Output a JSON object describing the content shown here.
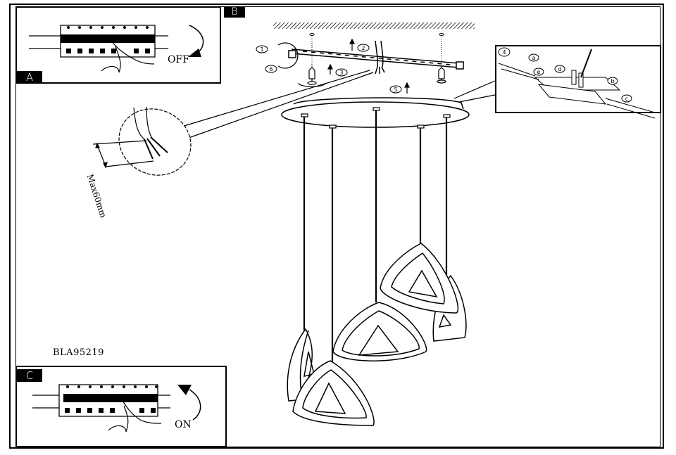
{
  "document": {
    "model_number": "BLA95219",
    "panels": {
      "a": {
        "tag": "A",
        "switch_label": "OFF"
      },
      "b": {
        "tag": "B"
      },
      "c": {
        "tag": "C",
        "switch_label": "ON"
      }
    },
    "wire_strip_label": "Max60mm",
    "step_numbers": [
      "1",
      "2",
      "3",
      "4",
      "5",
      "6"
    ],
    "detail_letters": [
      "a",
      "b",
      "c",
      "d",
      "e"
    ],
    "lamp_count": 5
  },
  "icons": {
    "breaker": "circuit-breaker-icon",
    "hand": "hand-icon",
    "arrow_off": "curved-arrow-down-icon",
    "arrow_on": "curved-arrow-up-icon"
  }
}
